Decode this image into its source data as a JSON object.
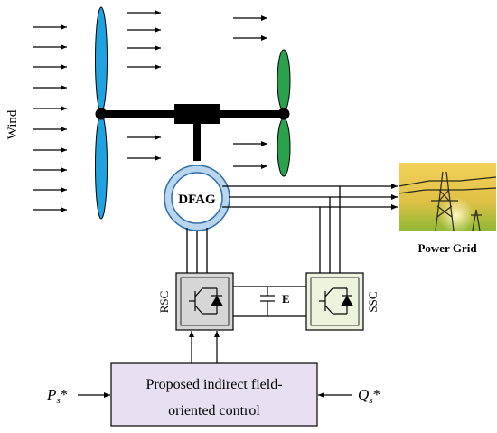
{
  "labels": {
    "wind": "Wind",
    "generator": "DFAG",
    "power_grid": "Power Grid",
    "rsc": "RSC",
    "ssc": "SSC",
    "dc_link": "E",
    "control_line1": "Proposed indirect field-",
    "control_line2": "oriented control",
    "ps_main": "P",
    "ps_sub": "s",
    "ps_star": "*",
    "qs_main": "Q",
    "qs_sub": "s",
    "qs_star": "*"
  },
  "colors": {
    "blade_left": "#1fa3e0",
    "blade_right": "#2aa14a",
    "generator_ring": "#b9d6ee",
    "rsc_fill": "#d6d6d6",
    "ssc_fill": "#eef3dd",
    "control_fill": "#e8e0f2",
    "grid_sky_top": "#f2c94c",
    "grid_sky_bottom": "#9cc43a"
  }
}
